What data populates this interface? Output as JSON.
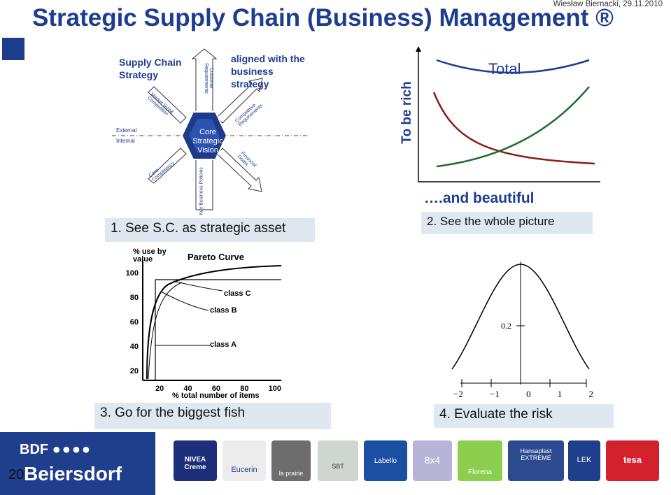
{
  "header": {
    "title": "Strategic Supply Chain (Business) Management ®",
    "author": "Wiesław Biernacki, 29.11.2010"
  },
  "quadrant1": {
    "caption": "1. See S.C. as strategic asset",
    "heading_left": "Supply Chain Strategy",
    "heading_right": "aligned with the business strategy",
    "core": "Core Strategic Vision",
    "external": "External",
    "internal": "Internal",
    "spokes": {
      "top": "Customer Requirements",
      "top_right": "Competitive Requirements",
      "bottom_right": "Financial Goals",
      "bottom": "Key Business Policies",
      "bottom_left": "Core Competency",
      "top_left": "Market Size& Competition"
    }
  },
  "quadrant2": {
    "ylabel": "To be rich",
    "total": "Total",
    "subtitle": "….and beautiful",
    "caption": "2. See the whole picture"
  },
  "quadrant3": {
    "title": "Pareto Curve",
    "ylabel": "% use by value",
    "xlabel": "% total number of items",
    "y_ticks": [
      "100",
      "80",
      "60",
      "40",
      "20"
    ],
    "x_ticks": [
      "20",
      "40",
      "60",
      "80",
      "100"
    ],
    "classes": [
      "class C",
      "class B",
      "class A"
    ],
    "caption": "3. Go for the biggest fish"
  },
  "quadrant4": {
    "peak_label": "0.2",
    "x_ticks": [
      "−2",
      "−1",
      "0",
      "1",
      "2"
    ],
    "caption": "4. Evaluate the risk"
  },
  "footer": {
    "company_top": "BDF",
    "company": "Beiersdorf",
    "page_number": "20",
    "brands": [
      "NIVEA Creme",
      "Eucerin",
      "la prairie",
      "SBT",
      "Labello",
      "8x4",
      "Florena",
      "Hansaplast EXTREME",
      "LEK",
      "tesa"
    ]
  },
  "colors": {
    "title": "#1d3d8f",
    "caption_bg": "#dfe8f1",
    "curve_red": "#8b1a1a",
    "curve_green": "#1f6b2a",
    "footer": "#1f3f8c"
  }
}
